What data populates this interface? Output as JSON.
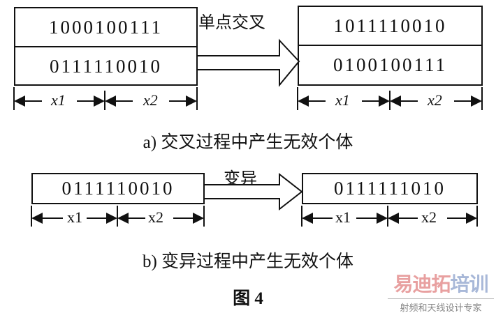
{
  "crossover": {
    "label": "单点交叉",
    "before": [
      "1000100111",
      "0111110010"
    ],
    "after": [
      "1011110010",
      "0100100111"
    ],
    "segments": [
      "x1",
      "x2"
    ],
    "caption": "a) 交叉过程中产生无效个体"
  },
  "mutation": {
    "label": "变异",
    "before": "0111110010",
    "after": "0111111010",
    "segments": [
      "x1",
      "x2"
    ],
    "caption": "b) 变异过程中产生无效个体"
  },
  "figure_label": "图 4",
  "watermark": {
    "brand_a": "易迪拓",
    "brand_b": "培训",
    "tagline": "射频和天线设计专家"
  }
}
